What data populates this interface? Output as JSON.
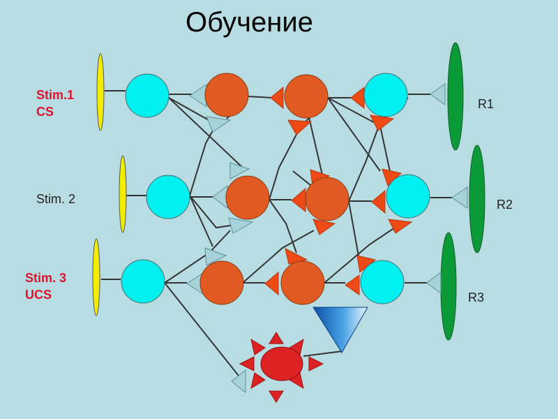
{
  "title": "Обучение",
  "stimuli": [
    {
      "line1": "Stim.1",
      "line2": "CS"
    },
    {
      "line1": "Stim. 2",
      "line2": ""
    },
    {
      "line1": "Stim. 3",
      "line2": "UCS"
    }
  ],
  "responses": [
    "R1",
    "R2",
    "R3"
  ],
  "colors": {
    "background": "#b7dde2",
    "receptor": "#f2ec00",
    "sensory_neuron": "#00f0f0",
    "inter_neuron": "#e05a22",
    "motor_output": "#0b9a38",
    "reinforcement": "#dc2222",
    "synapse_light": "#a6d3da",
    "synapse_red": "#ee4a16"
  }
}
